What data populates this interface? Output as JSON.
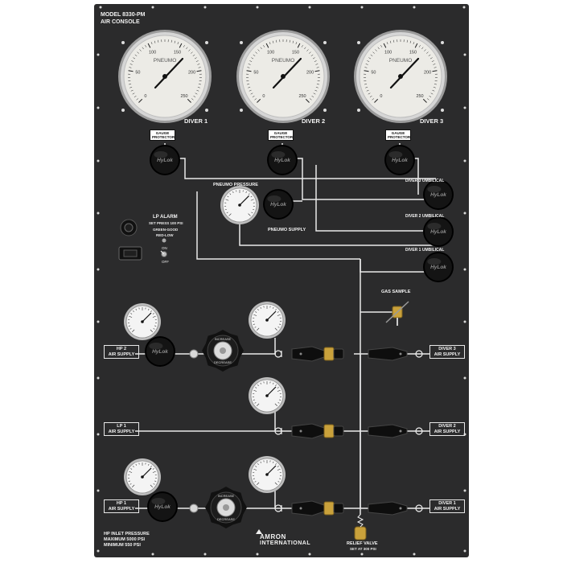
{
  "panel": {
    "model": "MODEL 8330-PM",
    "subtitle": "AIR CONSOLE"
  },
  "big_gauges": [
    {
      "label": "DIVER 1",
      "brand": "PNEUMO",
      "ticks": [
        "0",
        "50",
        "100",
        "150",
        "200",
        "250"
      ]
    },
    {
      "label": "DIVER 2",
      "brand": "PNEUMO",
      "ticks": [
        "0",
        "50",
        "100",
        "150",
        "200",
        "250"
      ]
    },
    {
      "label": "DIVER 3",
      "brand": "PNEUMO",
      "ticks": [
        "0",
        "50",
        "100",
        "150",
        "200",
        "250"
      ]
    }
  ],
  "gauge_protector": {
    "line1": "GAUGE",
    "line2": "PROTECTOR"
  },
  "valve_brand": "HyLok",
  "pneumo_pressure": "PNEUMO PRESSURE",
  "pneumo_supply": "PNEUMO SUPPLY",
  "umbilicals": [
    "DIVER 3 UMBILICAL",
    "DIVER 2 UMBILICAL",
    "DIVER 1 UMBILICAL"
  ],
  "lp_alarm": {
    "title": "LP ALARM",
    "setpoint": "SET PRESS 100 PSI",
    "green": "GREEN-GOOD",
    "red": "RED-LOW",
    "on": "ON",
    "off": "OFF"
  },
  "gas_sample": "GAS SAMPLE",
  "inlets": [
    {
      "line1": "HP 2",
      "line2": "AIR SUPPLY"
    },
    {
      "line1": "LP 1",
      "line2": "AIR SUPPLY"
    },
    {
      "line1": "HP 1",
      "line2": "AIR SUPPLY"
    }
  ],
  "outlets": [
    {
      "line1": "DIVER 3",
      "line2": "AIR SUPPLY"
    },
    {
      "line1": "DIVER 2",
      "line2": "AIR SUPPLY"
    },
    {
      "line1": "DIVER 1",
      "line2": "AIR SUPPLY"
    }
  ],
  "regulator": {
    "increase": "INCREASE",
    "decrease": "DECREASE"
  },
  "hp_inlet": {
    "line1": "HP INLET PRESSURE",
    "line2": "MAXIMUM 5000 PSI",
    "line3": "MINIMUM 550 PSI"
  },
  "maker": {
    "line1": "AMRON",
    "line2": "INTERNATIONAL"
  },
  "relief_valve": {
    "line1": "RELIEF VALVE",
    "line2": "SET AT 300 PSI"
  },
  "colors": {
    "panel": "#2b2b2c",
    "label": "#f2f2f2",
    "gauge_face": "#ecebe6",
    "knob": "#141414",
    "brass": "#c9a13b"
  }
}
